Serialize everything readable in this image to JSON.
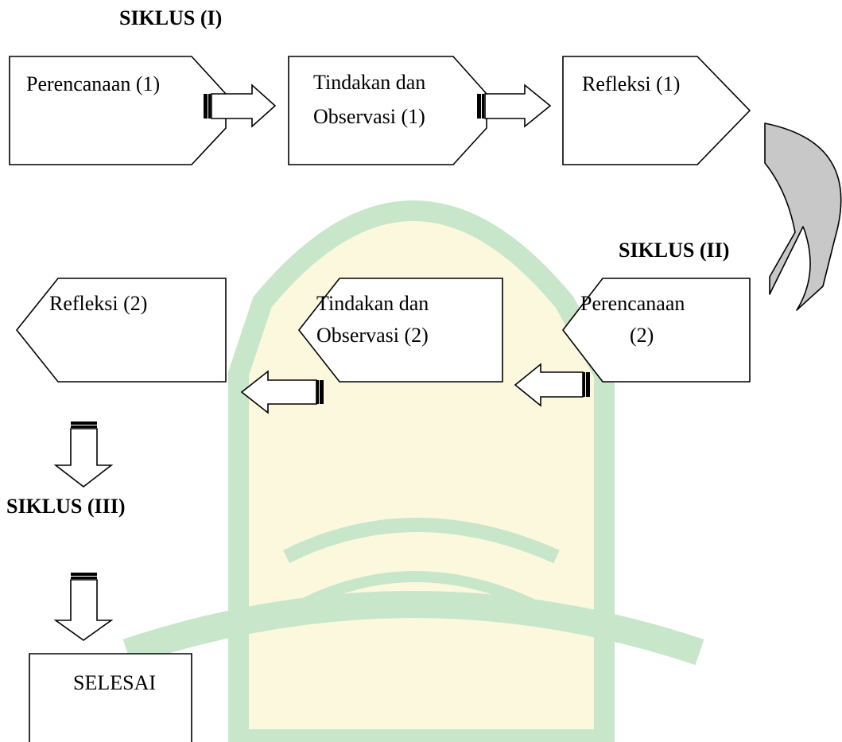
{
  "headings": {
    "cycle1": "SIKLUS (I)",
    "cycle2": "SIKLUS (II)",
    "cycle3": "SIKLUS (III)"
  },
  "cycle1": {
    "planning": "Perencanaan (1)",
    "action_line1": "Tindakan dan",
    "action_line2": "Observasi (1)",
    "reflection": "Refleksi (1)"
  },
  "cycle2": {
    "planning_line1": "Perencanaan",
    "planning_line2": "(2)",
    "action_line1": "Tindakan dan",
    "action_line2": "Observasi (2)",
    "reflection": "Refleksi (2)"
  },
  "end": {
    "label": "SELESAI"
  },
  "colors": {
    "stroke": "#000000",
    "curved_arrow_fill": "#c8c8c8",
    "watermark_green": "#3aa845",
    "watermark_yellow": "#f3e98a"
  }
}
